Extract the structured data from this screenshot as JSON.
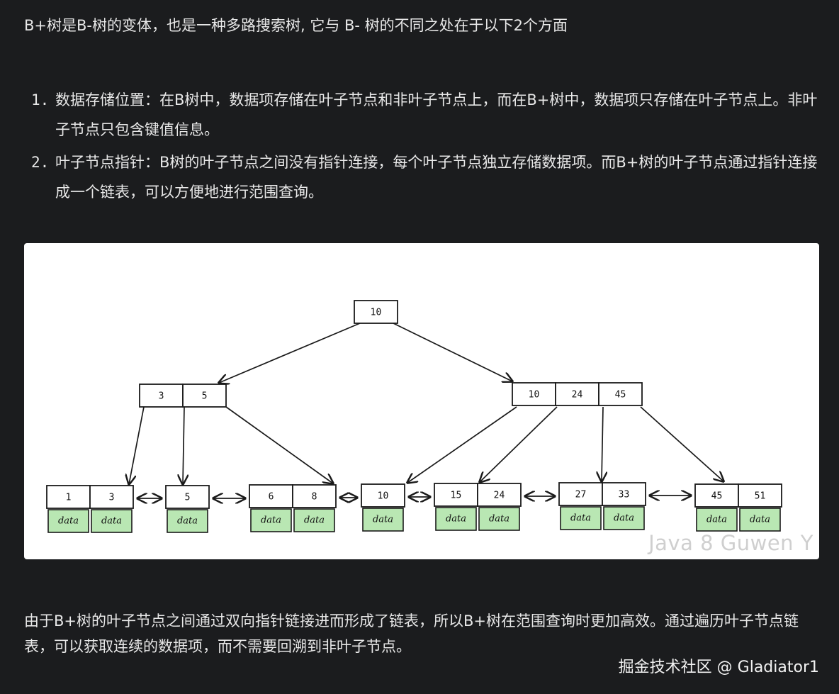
{
  "intro": "B+树是B-树的变体，也是一种多路搜索树, 它与 B- 树的不同之处在于以下2个方面",
  "list": [
    {
      "num": "1.",
      "text": "数据存储位置：在B树中，数据项存储在叶子节点和非叶子节点上，而在B+树中，数据项只存储在叶子节点上。非叶子节点只包含键值信息。"
    },
    {
      "num": "2.",
      "text": "叶子节点指针：B树的叶子节点之间没有指针连接，每个叶子节点独立存储数据项。而B+树的叶子节点通过指针连接成一个链表，可以方便地进行范围查询。"
    }
  ],
  "figure": {
    "watermark": "Java 8 Guwen Y",
    "root": [
      "10"
    ],
    "internal": [
      [
        "3",
        "5"
      ],
      [
        "10",
        "24",
        "45"
      ]
    ],
    "leaves": [
      [
        "1",
        "3"
      ],
      [
        "5"
      ],
      [
        "6",
        "8"
      ],
      [
        "10"
      ],
      [
        "15",
        "24"
      ],
      [
        "27",
        "33"
      ],
      [
        "45",
        "51"
      ]
    ],
    "data_label": "data",
    "colors": {
      "data_fill": "#b9e7b3",
      "stroke": "#1a1a1a"
    }
  },
  "outro": "由于B+树的叶子节点之间通过双向指针链接进而形成了链表，所以B+树在范围查询时更加高效。通过遍历叶子节点链表，可以获取连续的数据项，而不需要回溯到非叶子节点。",
  "footer": "掘金技术社区 @ Gladiator1"
}
